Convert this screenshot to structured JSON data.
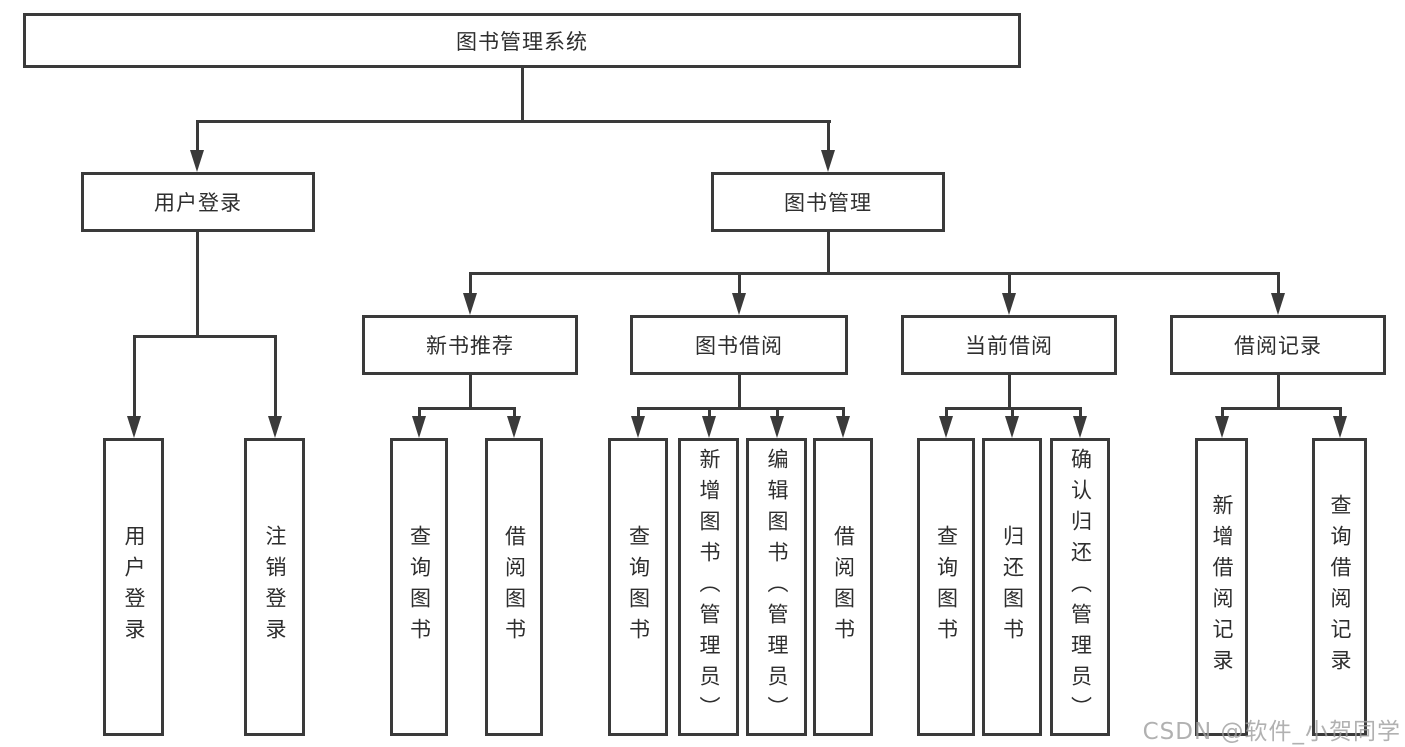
{
  "tree": {
    "root": {
      "label": "图书管理系统"
    },
    "user_branch": {
      "label": "用户登录",
      "children": [
        {
          "label": "用户登录"
        },
        {
          "label": "注销登录"
        }
      ]
    },
    "book_branch": {
      "label": "图书管理",
      "sections": [
        {
          "label": "新书推荐",
          "children": [
            {
              "label": "查询图书"
            },
            {
              "label": "借阅图书"
            }
          ]
        },
        {
          "label": "图书借阅",
          "children": [
            {
              "label": "查询图书"
            },
            {
              "label": "新增图书（管理员）"
            },
            {
              "label": "编辑图书（管理员）"
            },
            {
              "label": "借阅图书"
            }
          ]
        },
        {
          "label": "当前借阅",
          "children": [
            {
              "label": "查询图书"
            },
            {
              "label": "归还图书"
            },
            {
              "label": "确认归还（管理员）"
            }
          ]
        },
        {
          "label": "借阅记录",
          "children": [
            {
              "label": "新增借阅记录"
            },
            {
              "label": "查询借阅记录"
            }
          ]
        }
      ]
    }
  },
  "watermark": "CSDN @软件_小贺同学",
  "colors": {
    "line": "#3a3a3a",
    "box_border": "#3a3a3a",
    "text": "#2e2e2e",
    "watermark": "#9e9e9e",
    "background": "#ffffff"
  }
}
